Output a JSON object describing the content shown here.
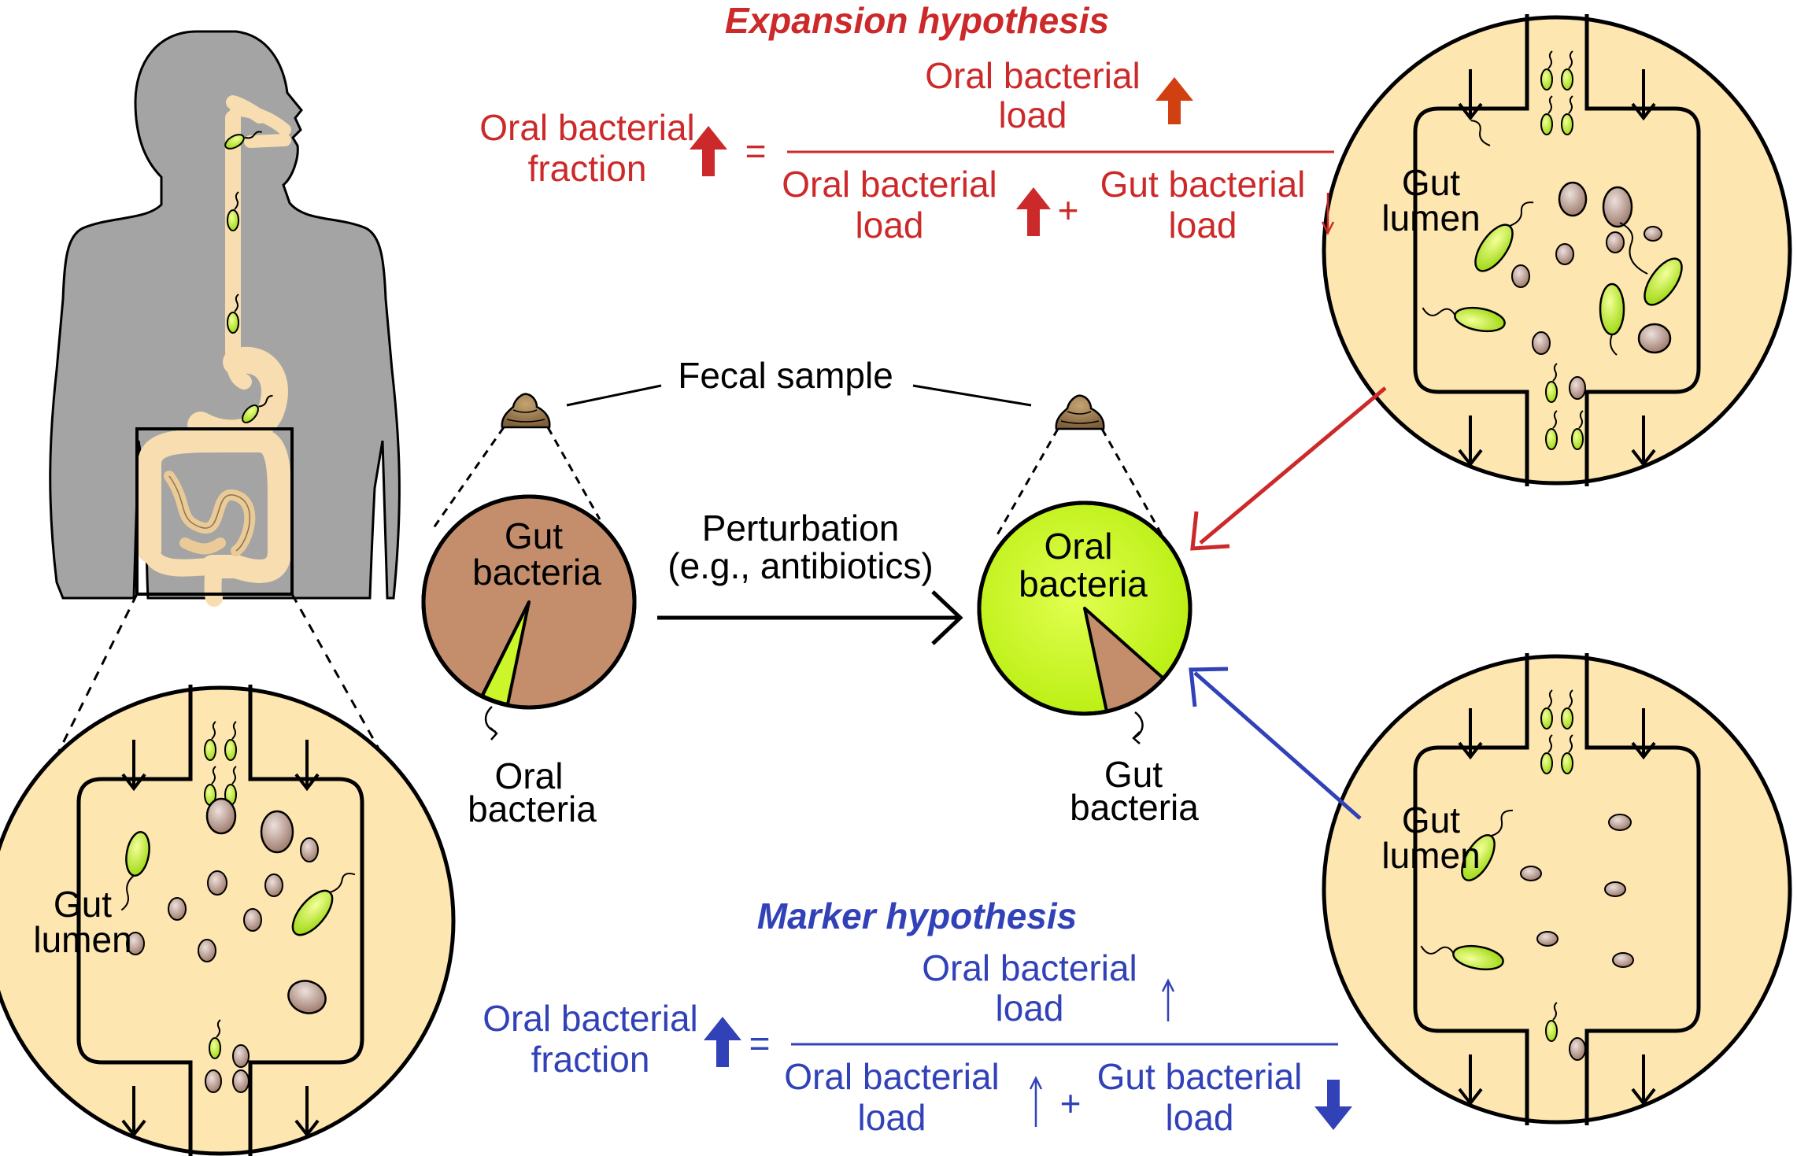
{
  "expansion": {
    "title": "Expansion hypothesis",
    "fraction_line1": "Oral bacterial",
    "fraction_line2": "fraction",
    "equals": "=",
    "num_line1": "Oral bacterial",
    "num_line2": "load",
    "den_left_line1": "Oral bacterial",
    "den_left_line2": "load",
    "plus": "+",
    "den_right_line1": "Gut bacterial",
    "den_right_line2": "load",
    "color": "#cc2a2a"
  },
  "marker": {
    "title": "Marker hypothesis",
    "fraction_line1": "Oral bacterial",
    "fraction_line2": "fraction",
    "equals": "=",
    "num_line1": "Oral bacterial",
    "num_line2": "load",
    "den_left_line1": "Oral bacterial",
    "den_left_line2": "load",
    "plus": "+",
    "den_right_line1": "Gut bacterial",
    "den_right_line2": "load",
    "color": "#3142b8"
  },
  "center": {
    "fecal_sample": "Fecal sample",
    "perturbation_line1": "Perturbation",
    "perturbation_line2": "(e.g., antibiotics)",
    "pie_left_line1": "Gut",
    "pie_left_line2": "bacteria",
    "pie_left_callout_line1": "Oral",
    "pie_left_callout_line2": "bacteria",
    "pie_right_line1": "Oral",
    "pie_right_line2": "bacteria",
    "pie_right_callout_line1": "Gut",
    "pie_right_callout_line2": "bacteria"
  },
  "lumen": {
    "line1": "Gut",
    "line2": "lumen"
  },
  "colors": {
    "gut_bacteria": "#c48e6c",
    "oral_bacteria": "#ccf52a",
    "lumen_fill": "#fde6b0",
    "body_gray": "#a4a4a4",
    "tract": "#f7ddb0"
  }
}
